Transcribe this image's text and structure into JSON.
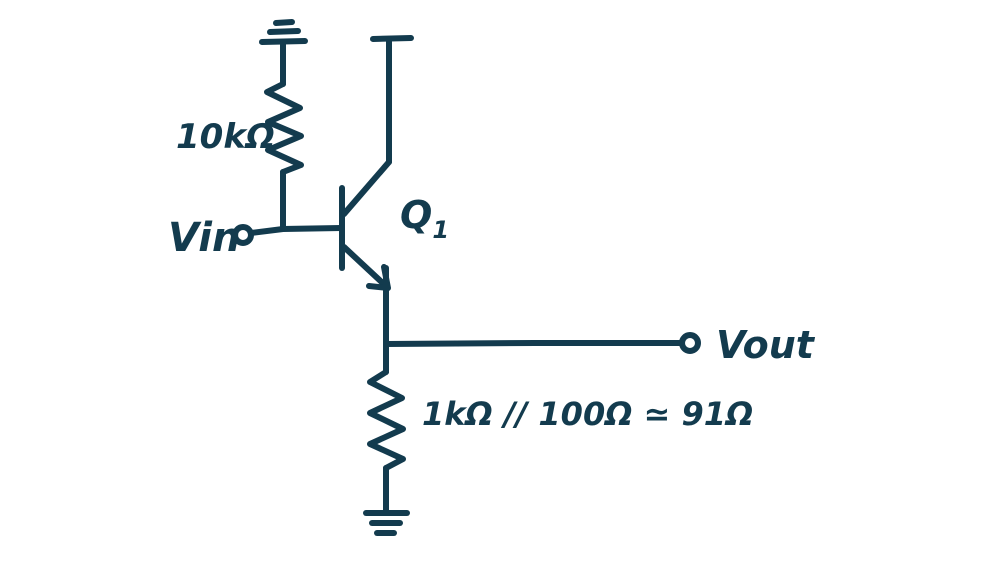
{
  "colors": {
    "ink": "#133B4E",
    "background": "#FFFFFF"
  },
  "labels": {
    "vin": "Vin",
    "vout": "Vout",
    "transistor": "Q",
    "transistor_subscript": "1",
    "base_resistor": "10kΩ",
    "emitter_resistor": "1kΩ // 100Ω ≃ 91Ω"
  },
  "components": {
    "transistor": "NPN",
    "grounds": 2,
    "resistors": 2,
    "terminals": 2
  }
}
